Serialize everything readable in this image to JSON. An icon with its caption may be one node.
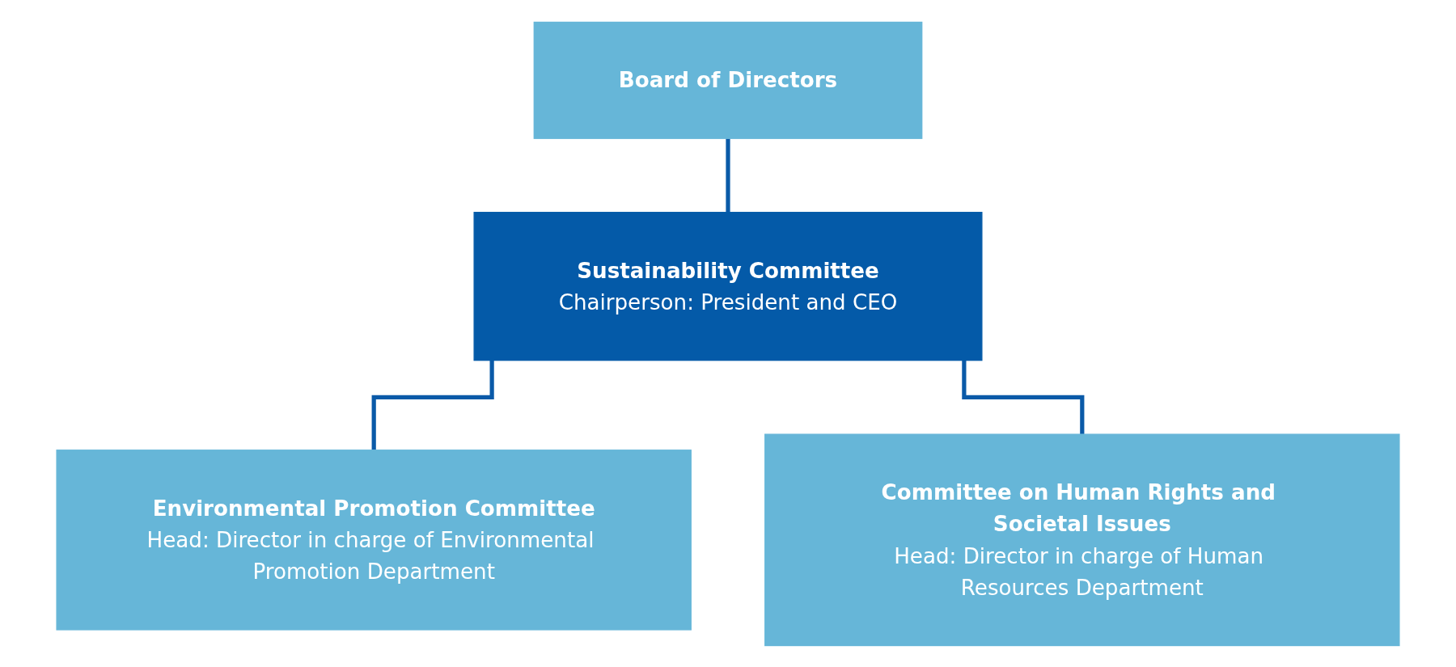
{
  "diagram": {
    "nodes": [
      {
        "text": [
          "Board of Directors"
        ]
      },
      {
        "text": [
          "Sustainability Committee",
          "Chairperson: President and CEO"
        ]
      },
      {
        "text": [
          "Environmental Promotion Committee",
          "Head: Director in charge of Environmental Promotion Department"
        ]
      },
      {
        "text": [
          "Committee on Human Rights and Societal Issues",
          "Head: Director in charge of Human Resources Department"
        ]
      }
    ],
    "edges": [
      {
        "from": 0,
        "to": 1,
        "arrow": "none"
      },
      {
        "from": 1,
        "to": 2,
        "arrow": "none"
      },
      {
        "from": 1,
        "to": 3,
        "arrow": "none"
      }
    ]
  }
}
